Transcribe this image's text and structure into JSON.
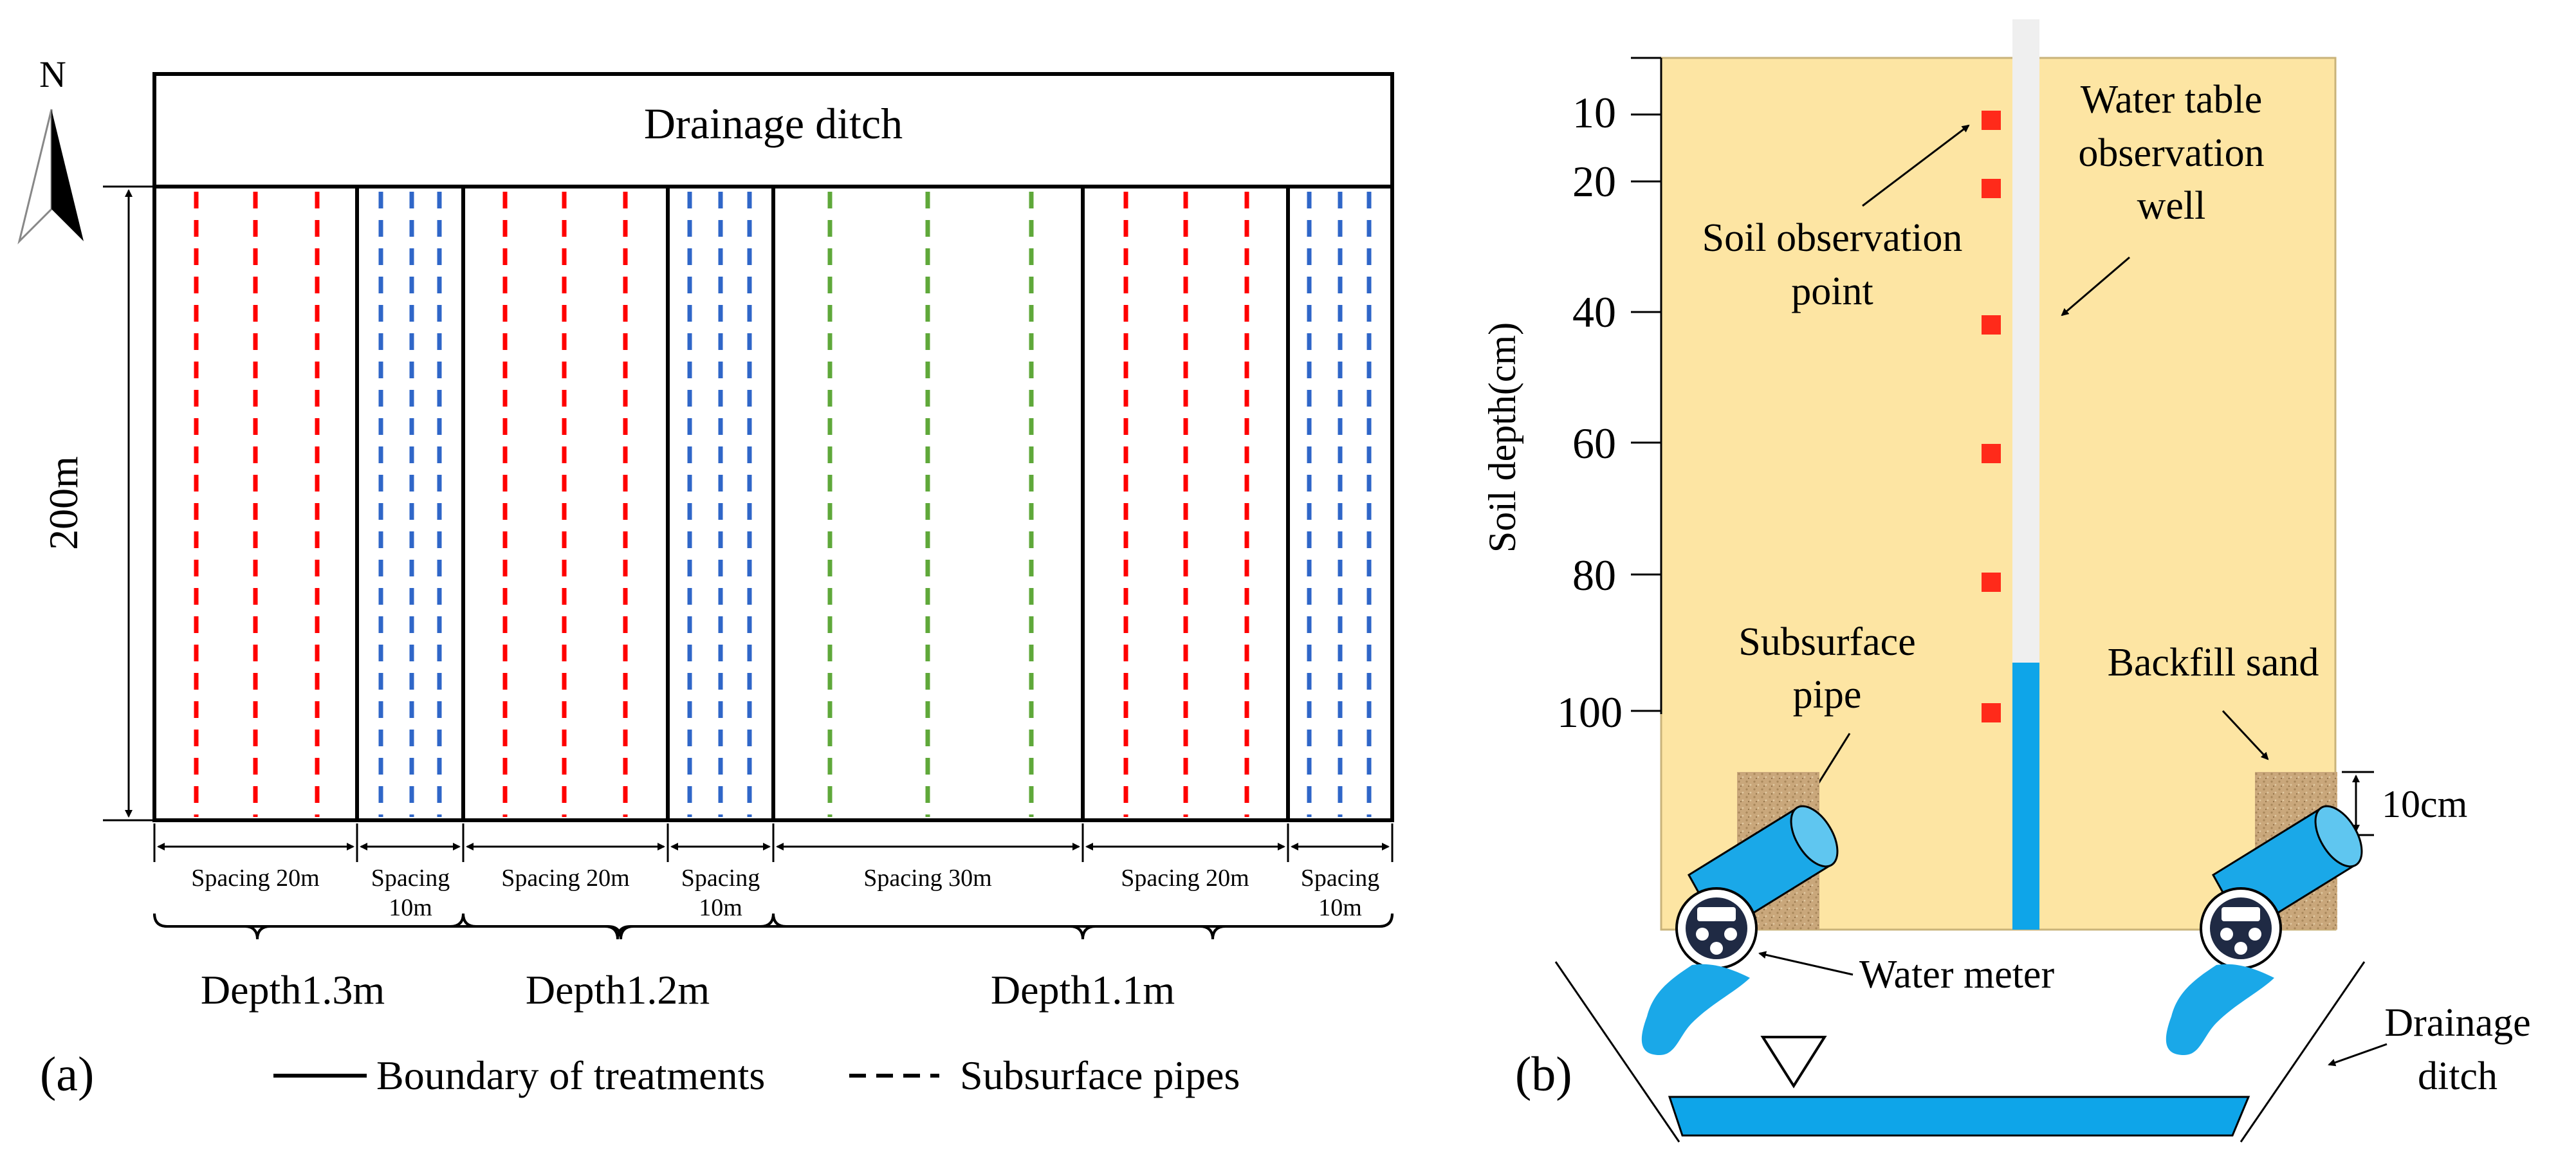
{
  "panel_a": {
    "label": "(a)",
    "north": "N",
    "ditch_label": "Drainage ditch",
    "length_label": "200m",
    "plots": [
      {
        "spacing": "Spacing 20m",
        "color": "#ff0000"
      },
      {
        "spacing": "Spacing 10m",
        "color": "#2f66c8"
      },
      {
        "spacing": "Spacing 20m",
        "color": "#ff0000"
      },
      {
        "spacing": "Spacing 10m",
        "color": "#2f66c8"
      },
      {
        "spacing": "Spacing 30m",
        "color": "#5fa83a"
      },
      {
        "spacing": "Spacing 20m",
        "color": "#ff0000"
      },
      {
        "spacing": "Spacing 10m",
        "color": "#2f66c8"
      }
    ],
    "spacing_text": {
      "s20": "Spacing 20m",
      "s10_line1": "Spacing",
      "s10_line2": "10m",
      "s30": "Spacing 30m"
    },
    "depths": [
      "Depth1.3m",
      "Depth1.2m",
      "Depth1.1m"
    ],
    "legend": {
      "boundary": "Boundary of treatments",
      "pipes": "Subsurface pipes"
    }
  },
  "panel_b": {
    "label": "(b)",
    "axis_label": "Soil depth(cm)",
    "depth_ticks": [
      "10",
      "20",
      "40",
      "60",
      "80",
      "100"
    ],
    "soil_point_label": [
      "Soil observation",
      "point"
    ],
    "well_label": [
      "Water table",
      "observation",
      "well"
    ],
    "pipe_label": [
      "Subsurface",
      "pipe"
    ],
    "sand_label": "Backfill sand",
    "sand_thickness": "10cm",
    "meter_label": "Water meter",
    "ditch_label": [
      "Drainage",
      "ditch"
    ],
    "colors": {
      "soil": "#fde5a3",
      "water": "#0ea5e9",
      "well": "#efefef",
      "point": "#ff2a1a",
      "pipe": "#1aa8e8",
      "sand": "#c8a87a"
    }
  }
}
